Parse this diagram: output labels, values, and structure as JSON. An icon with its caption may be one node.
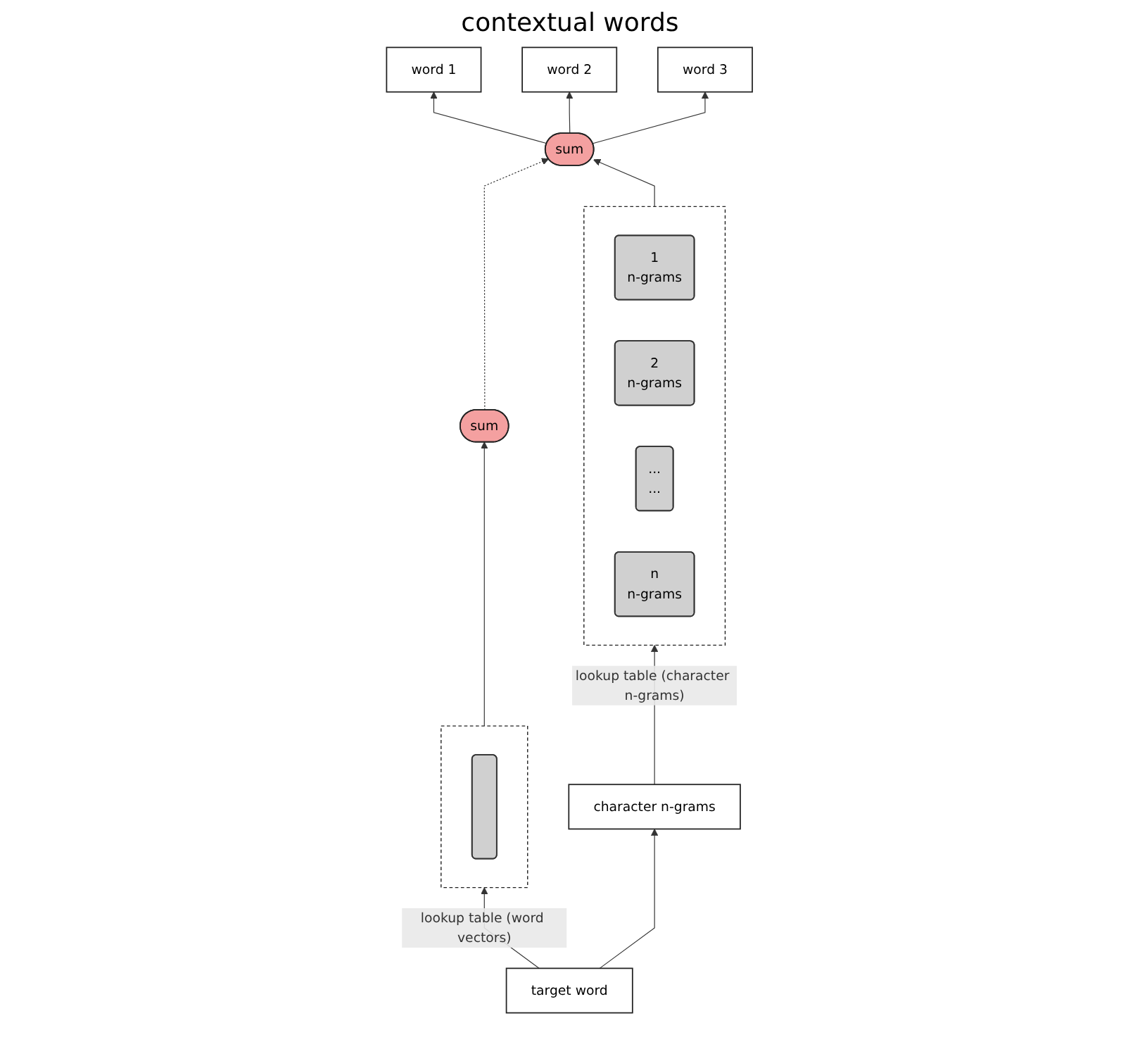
{
  "diagram": {
    "title": "contextual words",
    "nodes": [
      {
        "text": [
          "word 1"
        ]
      },
      {
        "text": [
          "word 2"
        ]
      },
      {
        "text": [
          "word 3"
        ]
      },
      {
        "text": [
          "sum"
        ]
      },
      {
        "text": [
          "sum"
        ]
      },
      {
        "text": [],
        "shape": "box"
      },
      {
        "text": [
          "1",
          "n-grams"
        ],
        "in": 5
      },
      {
        "text": [
          "2",
          "n-grams"
        ],
        "in": 5
      },
      {
        "text": [
          "...",
          "..."
        ],
        "in": 5
      },
      {
        "text": [
          "n",
          "n-grams"
        ],
        "in": 5
      },
      {
        "text": [],
        "shape": "box"
      },
      {
        "text": [],
        "shape": "bar",
        "in": 10
      },
      {
        "text": [
          "character n-grams"
        ]
      },
      {
        "text": [
          "target word"
        ]
      }
    ],
    "edges": [
      {
        "from": 3,
        "to": 0,
        "arrow": "to"
      },
      {
        "from": 3,
        "to": 1,
        "arrow": "to"
      },
      {
        "from": 3,
        "to": 2,
        "arrow": "to"
      },
      {
        "from": 5,
        "to": 3,
        "arrow": "to"
      },
      {
        "from": 4,
        "to": 3,
        "arrow": "to",
        "style": "dashed"
      },
      {
        "from": 10,
        "to": 4,
        "arrow": "to"
      },
      {
        "from": 12,
        "to": 5,
        "arrow": "to",
        "label": "lookup table (character n-grams)"
      },
      {
        "from": 13,
        "to": 12,
        "arrow": "to"
      },
      {
        "from": 13,
        "to": 10,
        "arrow": "to",
        "label": "lookup table (word vectors)"
      }
    ]
  }
}
